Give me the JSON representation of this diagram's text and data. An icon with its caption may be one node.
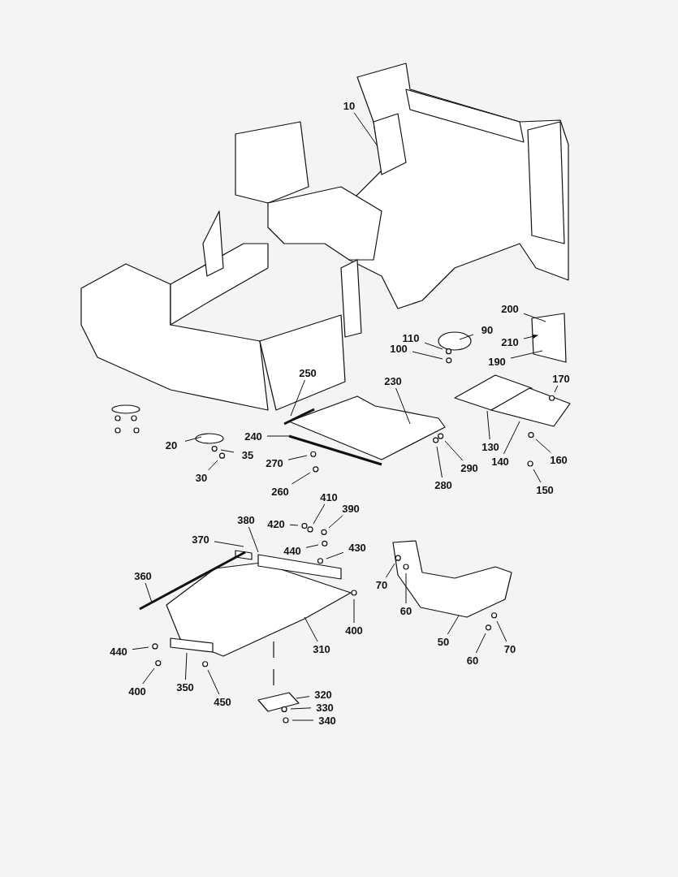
{
  "diagram": {
    "nodes": [
      {
        "text": [
          "10"
        ]
      },
      {
        "text": [
          "200"
        ]
      },
      {
        "text": [
          "90"
        ]
      },
      {
        "text": [
          "110"
        ]
      },
      {
        "text": [
          "100"
        ]
      },
      {
        "text": [
          "210"
        ]
      },
      {
        "text": [
          "190"
        ]
      },
      {
        "text": [
          "170"
        ]
      },
      {
        "text": [
          "250"
        ]
      },
      {
        "text": [
          "230"
        ]
      },
      {
        "text": [
          "20"
        ]
      },
      {
        "text": [
          "35"
        ]
      },
      {
        "text": [
          "30"
        ]
      },
      {
        "text": [
          "240"
        ]
      },
      {
        "text": [
          "270"
        ]
      },
      {
        "text": [
          "260"
        ]
      },
      {
        "text": [
          "130"
        ]
      },
      {
        "text": [
          "140"
        ]
      },
      {
        "text": [
          "160"
        ]
      },
      {
        "text": [
          "150"
        ]
      },
      {
        "text": [
          "290"
        ]
      },
      {
        "text": [
          "280"
        ]
      },
      {
        "text": [
          "410"
        ]
      },
      {
        "text": [
          "390"
        ]
      },
      {
        "text": [
          "420"
        ]
      },
      {
        "text": [
          "440"
        ]
      },
      {
        "text": [
          "430"
        ]
      },
      {
        "text": [
          "380"
        ]
      },
      {
        "text": [
          "370"
        ]
      },
      {
        "text": [
          "360"
        ]
      },
      {
        "text": [
          "70"
        ]
      },
      {
        "text": [
          "60"
        ]
      },
      {
        "text": [
          "50"
        ]
      },
      {
        "text": [
          "400"
        ]
      },
      {
        "text": [
          "310"
        ]
      },
      {
        "text": [
          "440"
        ]
      },
      {
        "text": [
          "400"
        ]
      },
      {
        "text": [
          "350"
        ]
      },
      {
        "text": [
          "450"
        ]
      },
      {
        "text": [
          "60"
        ]
      },
      {
        "text": [
          "70"
        ]
      },
      {
        "text": [
          "320"
        ]
      },
      {
        "text": [
          "330"
        ]
      },
      {
        "text": [
          "340"
        ]
      }
    ],
    "edges": [
      {
        "from": 0,
        "to": null,
        "arrow": "none"
      },
      {
        "from": 1,
        "to": null,
        "arrow": "none"
      },
      {
        "from": 2,
        "to": null,
        "arrow": "none"
      },
      {
        "from": 3,
        "to": null,
        "arrow": "none"
      },
      {
        "from": 4,
        "to": null,
        "arrow": "none"
      },
      {
        "from": 5,
        "to": null,
        "arrow": "to"
      },
      {
        "from": 6,
        "to": null,
        "arrow": "none"
      },
      {
        "from": 7,
        "to": null,
        "arrow": "none"
      },
      {
        "from": 8,
        "to": null,
        "arrow": "none"
      },
      {
        "from": 9,
        "to": null,
        "arrow": "none"
      },
      {
        "from": 10,
        "to": null,
        "arrow": "none"
      },
      {
        "from": 11,
        "to": null,
        "arrow": "none"
      },
      {
        "from": 12,
        "to": null,
        "arrow": "none"
      },
      {
        "from": 13,
        "to": null,
        "arrow": "none"
      },
      {
        "from": 14,
        "to": null,
        "arrow": "none"
      },
      {
        "from": 15,
        "to": null,
        "arrow": "none"
      },
      {
        "from": 16,
        "to": null,
        "arrow": "none"
      },
      {
        "from": 17,
        "to": null,
        "arrow": "none"
      },
      {
        "from": 18,
        "to": null,
        "arrow": "none"
      },
      {
        "from": 19,
        "to": null,
        "arrow": "none"
      },
      {
        "from": 20,
        "to": null,
        "arrow": "none"
      },
      {
        "from": 21,
        "to": null,
        "arrow": "none"
      },
      {
        "from": 22,
        "to": null,
        "arrow": "none"
      },
      {
        "from": 23,
        "to": null,
        "arrow": "none"
      },
      {
        "from": 24,
        "to": null,
        "arrow": "none"
      },
      {
        "from": 25,
        "to": null,
        "arrow": "none"
      },
      {
        "from": 26,
        "to": null,
        "arrow": "none"
      },
      {
        "from": 27,
        "to": null,
        "arrow": "none"
      },
      {
        "from": 28,
        "to": null,
        "arrow": "none"
      },
      {
        "from": 29,
        "to": null,
        "arrow": "none"
      },
      {
        "from": 30,
        "to": null,
        "arrow": "none"
      },
      {
        "from": 31,
        "to": null,
        "arrow": "none"
      },
      {
        "from": 32,
        "to": null,
        "arrow": "none"
      },
      {
        "from": 33,
        "to": null,
        "arrow": "none"
      },
      {
        "from": 34,
        "to": null,
        "arrow": "none"
      },
      {
        "from": 35,
        "to": null,
        "arrow": "none"
      },
      {
        "from": 36,
        "to": null,
        "arrow": "none"
      },
      {
        "from": 37,
        "to": null,
        "arrow": "none"
      },
      {
        "from": 38,
        "to": null,
        "arrow": "none"
      },
      {
        "from": 39,
        "to": null,
        "arrow": "none"
      },
      {
        "from": 40,
        "to": null,
        "arrow": "none"
      },
      {
        "from": 41,
        "to": null,
        "arrow": "none"
      },
      {
        "from": 42,
        "to": null,
        "arrow": "none"
      },
      {
        "from": 43,
        "to": null,
        "arrow": "none"
      }
    ]
  }
}
